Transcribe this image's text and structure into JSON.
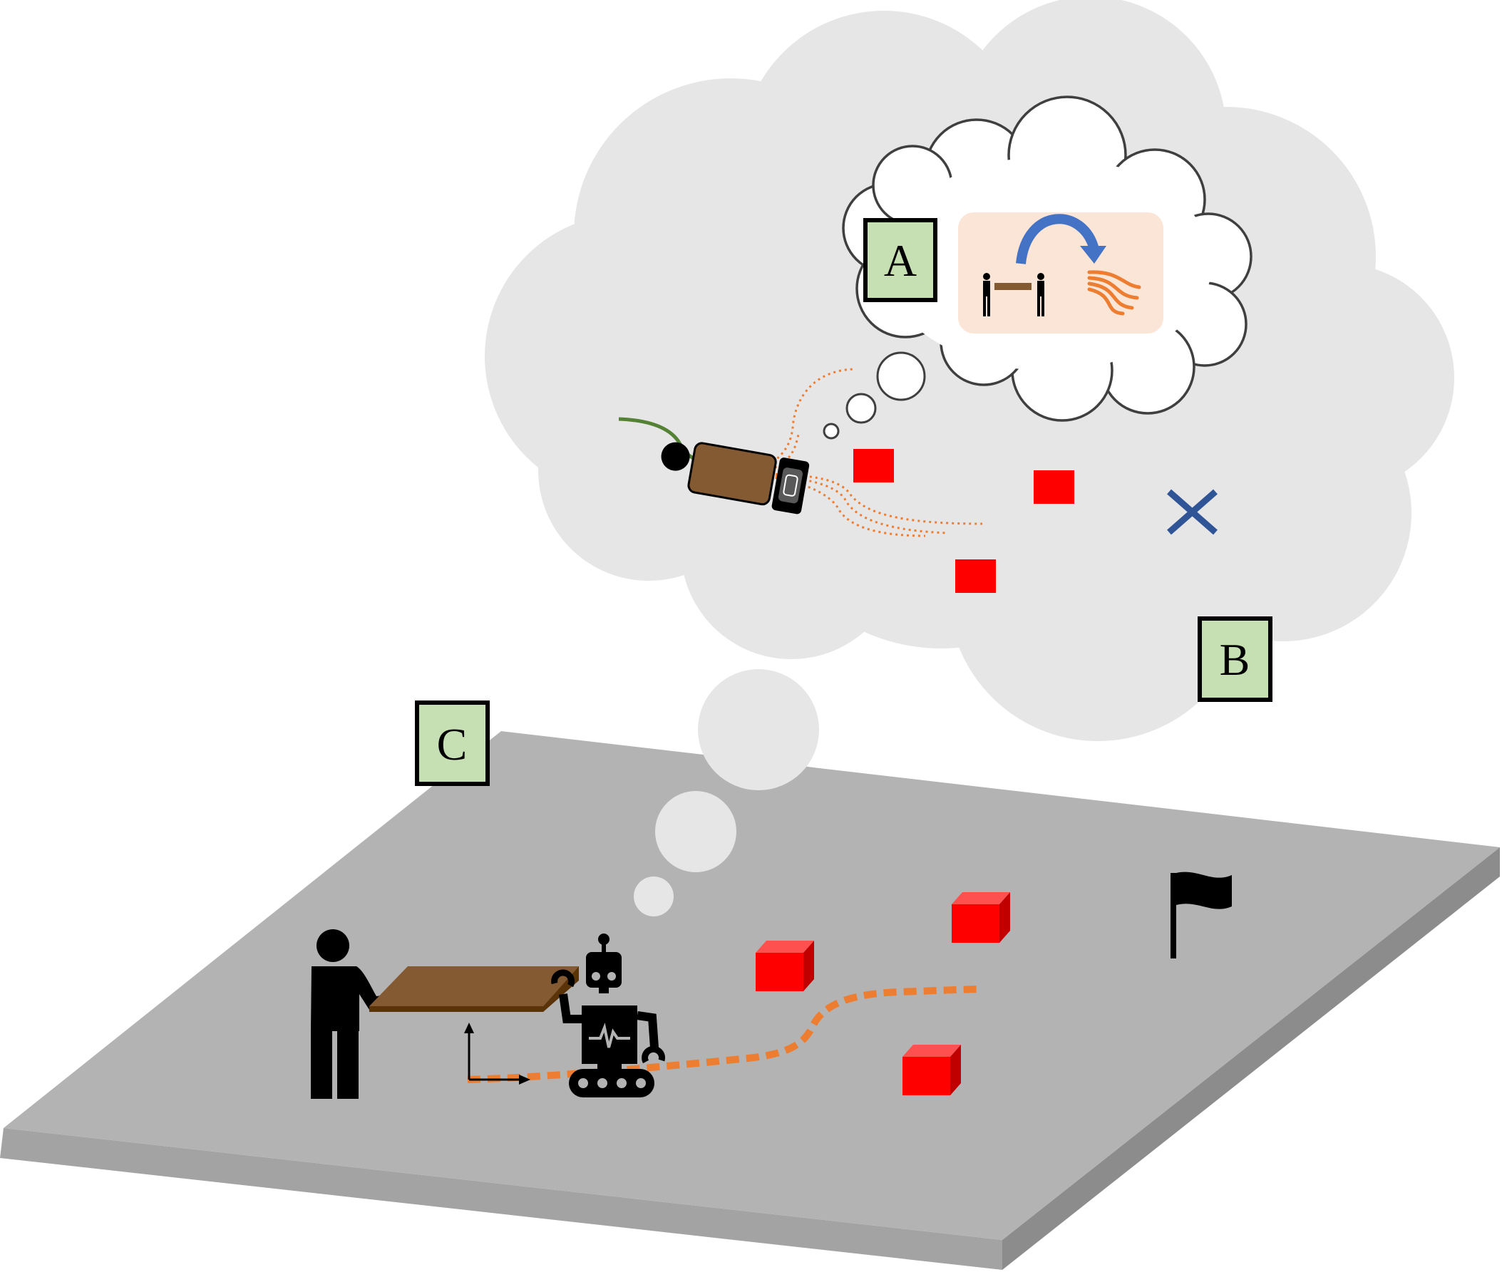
{
  "labels": {
    "a": "A",
    "b": "B",
    "c": "C"
  },
  "colors": {
    "floor_top": "#b3b3b3",
    "floor_side_front": "#a3a3a3",
    "floor_side_right": "#8c8c8c",
    "big_cloud": "#e6e6e6",
    "label_box_fill": "#c6e0b4",
    "obstacle_red": "#ff0000",
    "path_orange": "#ed7d31",
    "table_brown": "#845a32",
    "goal_blue": "#2f5597",
    "arrow_blue": "#4472c4",
    "panel_peach": "#fbe5d6"
  },
  "icons": {
    "human": "person-icon",
    "robot": "robot-icon",
    "goal": "flag-icon",
    "goal_estimate": "x-mark-icon",
    "carry_task": "two-people-carrying-icon",
    "trajectories": "trajectory-fan-icon"
  }
}
